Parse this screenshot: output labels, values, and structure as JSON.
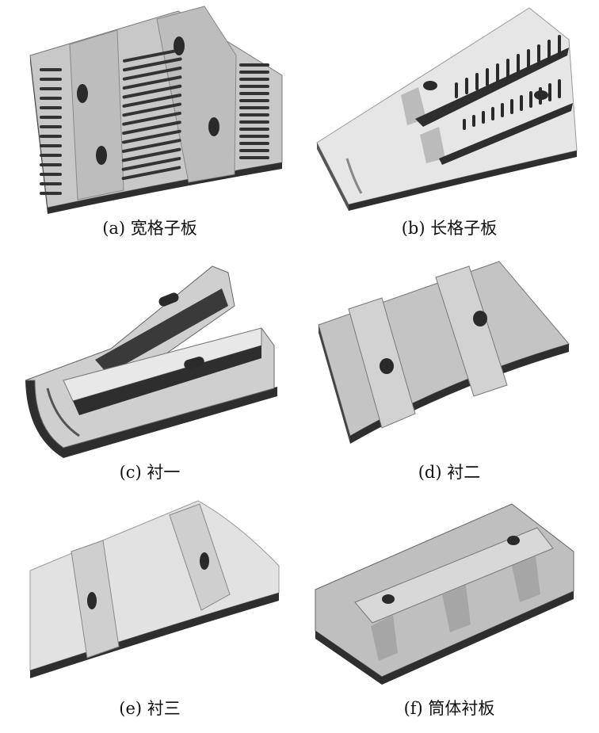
{
  "figures": [
    {
      "id": "a",
      "label": "(a) 宽格子板"
    },
    {
      "id": "b",
      "label": "(b) 长格子板"
    },
    {
      "id": "c",
      "label": "(c) 衬一"
    },
    {
      "id": "d",
      "label": "(d) 衬二"
    },
    {
      "id": "e",
      "label": "(e) 衬三"
    },
    {
      "id": "f",
      "label": "(f) 筒体衬板"
    }
  ]
}
